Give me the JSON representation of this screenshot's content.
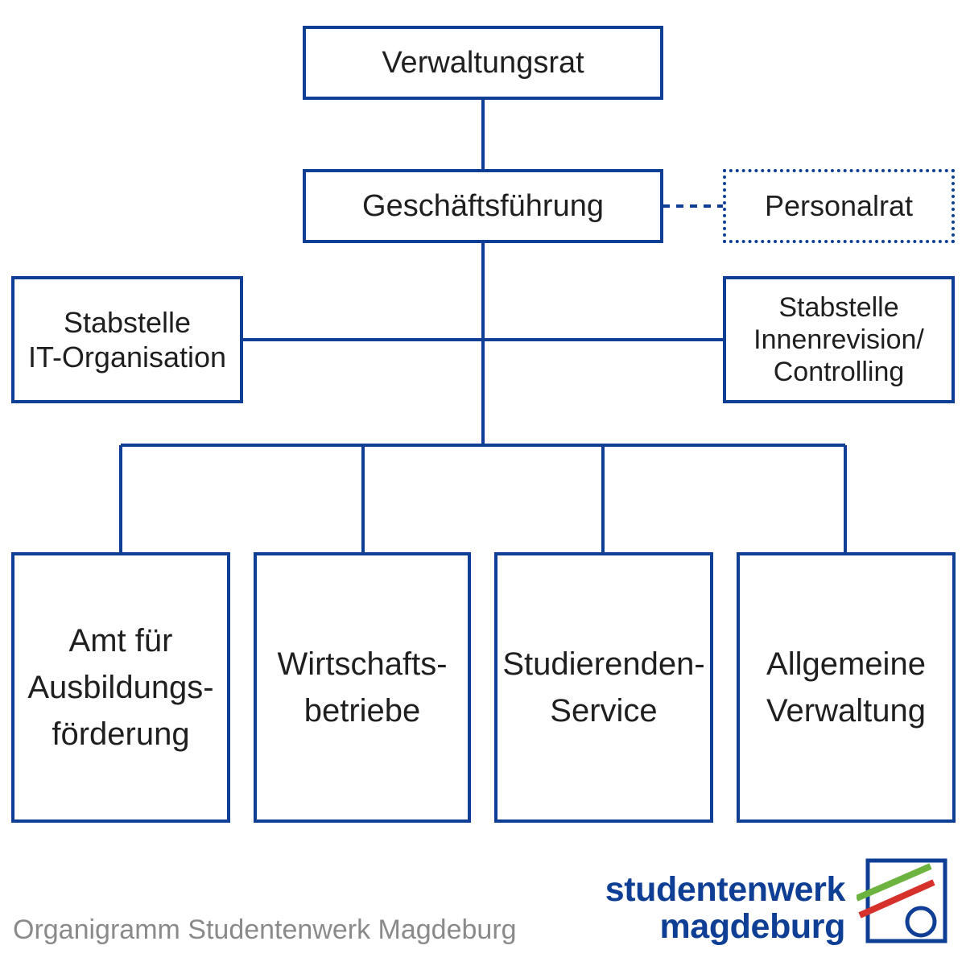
{
  "boxes": {
    "verwaltungsrat": "Verwaltungsrat",
    "geschaeftsfuehrung": "Geschäftsführung",
    "personalrat": "Personalrat",
    "stabstelle_it": "Stabstelle\nIT-Organisation",
    "stabstelle_innenrevision": "Stabstelle\nInnenrevision/\nControlling",
    "amt": "Amt für\nAusbildungs-\nförderung",
    "wirtschaft": "Wirtschafts-\nbetriebe",
    "studierenden": "Studierenden-\nService",
    "allgemeine": "Allgemeine\nVerwaltung"
  },
  "caption": "Organigramm Studentenwerk Magdeburg",
  "logo": {
    "line1": "studentenwerk",
    "line2": "magdeburg"
  },
  "colors": {
    "primary": "#0f3f95",
    "caption": "#8a8a8a",
    "logo_green": "#6db33f",
    "logo_red": "#d6312b"
  }
}
